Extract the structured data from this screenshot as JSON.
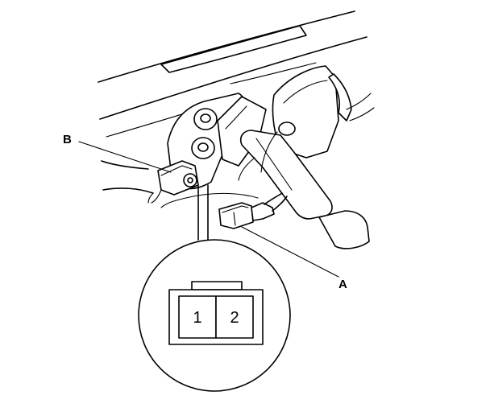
{
  "callouts": {
    "a": "A",
    "b": "B"
  },
  "connector_pins": [
    "1",
    "2"
  ]
}
